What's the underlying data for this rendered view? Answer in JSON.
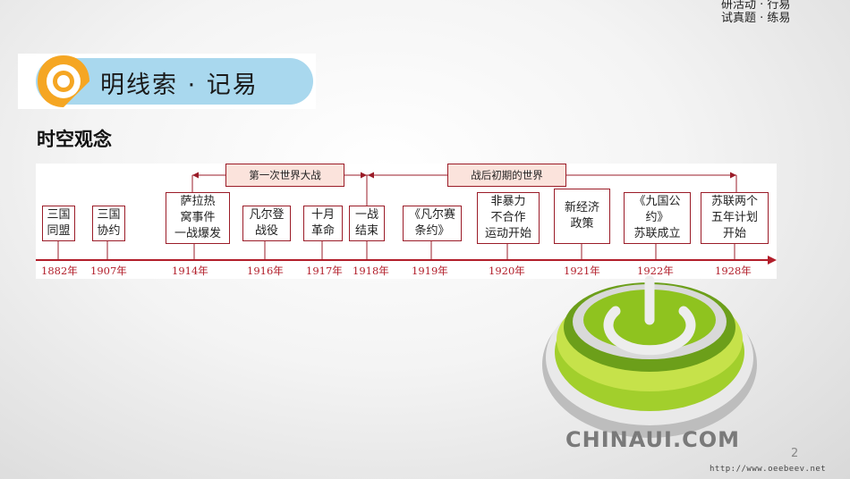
{
  "header_links": [
    {
      "label": "研活动 · 行易"
    },
    {
      "label": "试真题 · 练易"
    }
  ],
  "banner": {
    "title": "明线索 · 记易"
  },
  "section": {
    "title": "时空观念"
  },
  "timeline": {
    "periods": [
      {
        "label": "第一次世界大战"
      },
      {
        "label": "战后初期的世界"
      }
    ],
    "events": [
      {
        "text": "三国\n同盟",
        "year": "1882年"
      },
      {
        "text": "三国\n协约",
        "year": "1907年"
      },
      {
        "text": "萨拉热\n窝事件\n一战爆发",
        "year": "1914年"
      },
      {
        "text": "凡尔登\n战役",
        "year": "1916年"
      },
      {
        "text": "十月\n革命",
        "year": "1917年"
      },
      {
        "text": "一战\n结束",
        "year": "1918年"
      },
      {
        "text": "《凡尔赛\n条约》",
        "year": "1919年"
      },
      {
        "text": "非暴力\n不合作\n运动开始",
        "year": "1920年"
      },
      {
        "text": "新经济\n政策",
        "year": "1921年"
      },
      {
        "text": "《九国公\n约》\n苏联成立",
        "year": "1922年"
      },
      {
        "text": "苏联两个\n五年计划\n开始",
        "year": "1928年"
      }
    ]
  },
  "logo": {
    "text": "CHINAUI.COM"
  },
  "page_number": "2",
  "watermark_url": "http://www.oeebeev.net",
  "colors": {
    "accent_red": "#9b1c28",
    "pill_blue": "#a9d8ee",
    "badge_orange": "#f5a623",
    "logo_green": "#8fc31f"
  }
}
